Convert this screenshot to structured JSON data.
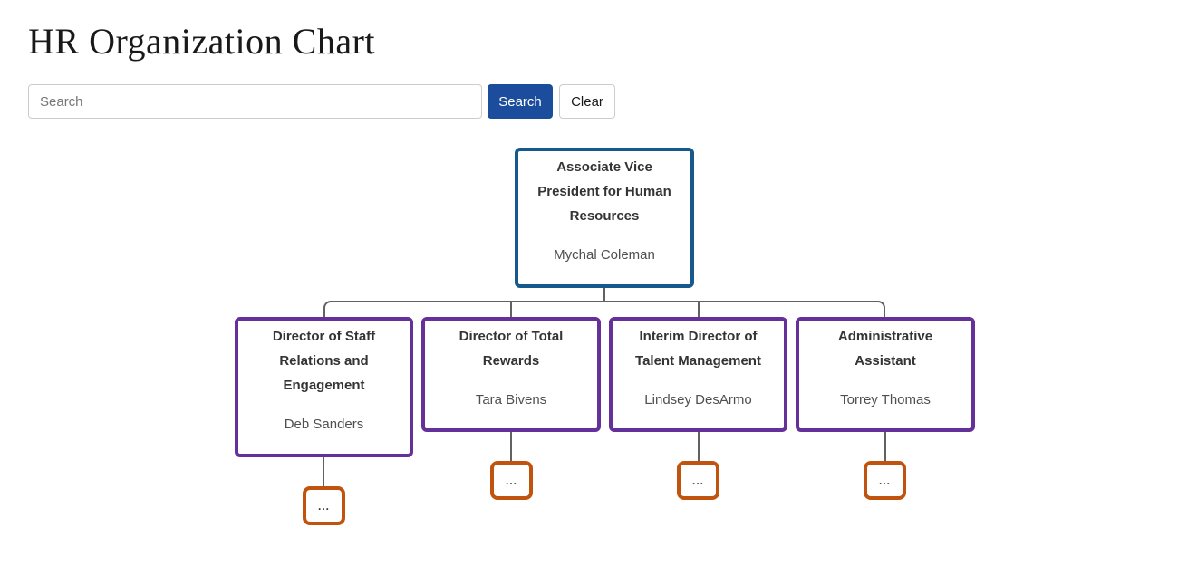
{
  "page": {
    "title": "HR Organization Chart"
  },
  "search": {
    "placeholder": "Search",
    "value": "",
    "search_label": "Search",
    "clear_label": "Clear"
  },
  "colors": {
    "root_node_border": "#165a8d",
    "child_node_border": "#66309a",
    "expand_box_border": "#c0540f",
    "connector_line": "#626262",
    "search_button_bg": "#1c4d9c"
  },
  "chart": {
    "root": {
      "title": "Associate Vice President for Human Resources",
      "name": "Mychal Coleman"
    },
    "children": [
      {
        "title": "Director of Staff Relations and Engagement",
        "name": "Deb Sanders",
        "expand_label": "..."
      },
      {
        "title": "Director of Total Rewards",
        "name": "Tara Bivens",
        "expand_label": "..."
      },
      {
        "title": "Interim Director of Talent Management",
        "name": "Lindsey DesArmo",
        "expand_label": "..."
      },
      {
        "title": "Administrative Assistant",
        "name": "Torrey Thomas",
        "expand_label": "..."
      }
    ]
  }
}
